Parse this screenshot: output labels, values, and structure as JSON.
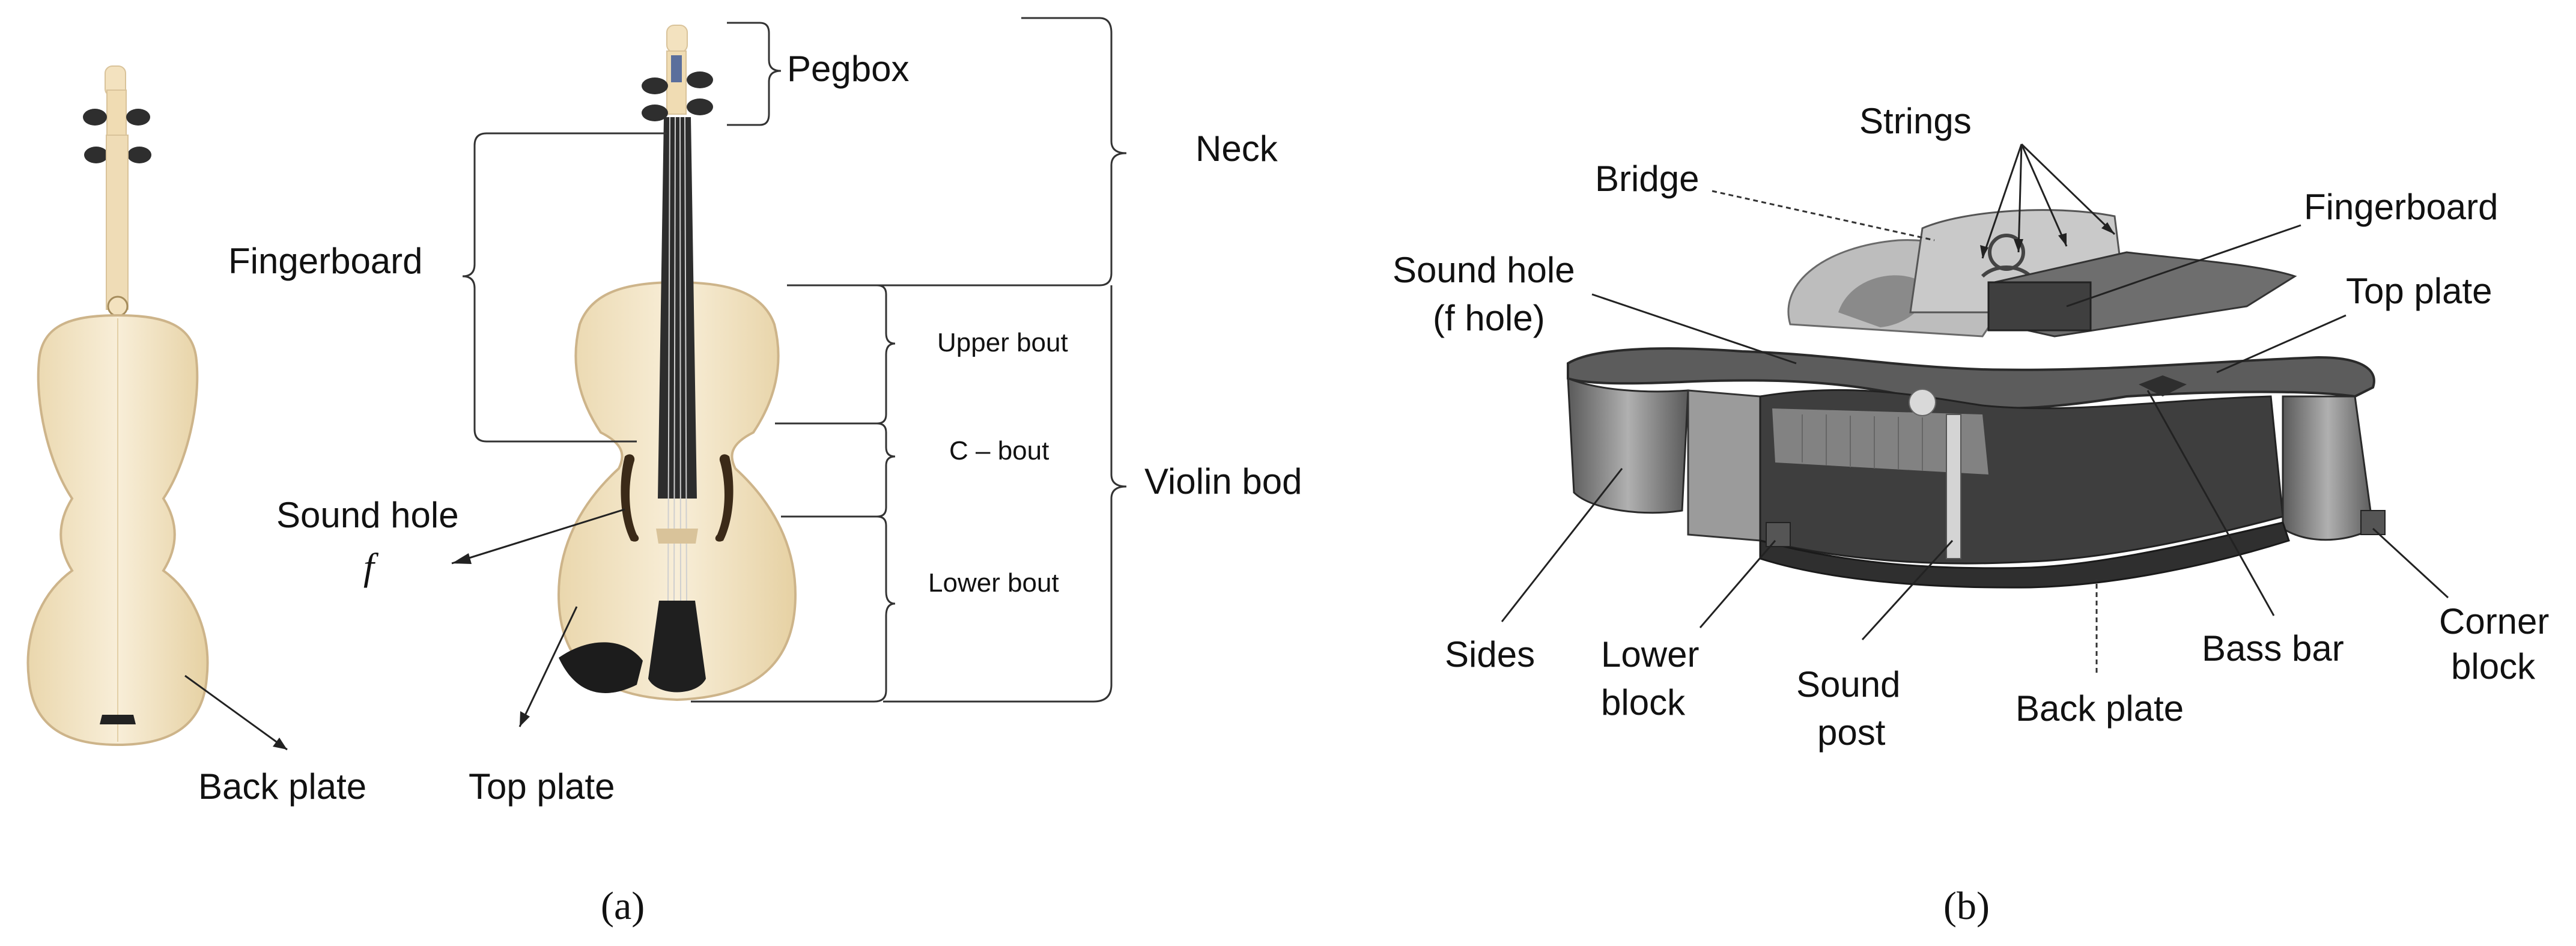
{
  "panel_a": {
    "caption": "(a)",
    "labels": {
      "pegbox": "Pegbox",
      "neck": "Neck",
      "fingerboard": "Fingerboard",
      "upper_bout": "Upper bout",
      "c_bout": "C – bout",
      "violin_body": "Violin bod",
      "lower_bout": "Lower bout",
      "sound_hole": "Sound hole",
      "sound_hole_symbol": "f",
      "back_plate": "Back plate",
      "top_plate": "Top plate"
    }
  },
  "panel_b": {
    "caption": "(b)",
    "labels": {
      "strings": "Strings",
      "bridge": "Bridge",
      "fingerboard": "Fingerboard",
      "sound_hole_line1": "Sound hole",
      "sound_hole_line2": "(f hole)",
      "top_plate": "Top plate",
      "sides": "Sides",
      "lower_block_line1": "Lower",
      "lower_block_line2": "block",
      "sound_post_line1": "Sound",
      "sound_post_line2": "post",
      "back_plate": "Back plate",
      "bass_bar": "Bass bar",
      "corner_block_line1": "Corner",
      "corner_block_line2": "block"
    }
  },
  "colors": {
    "wood": "#f3e6c9",
    "wood_edge": "#d9c39a",
    "fingerboard": "#2a2a2a",
    "tailpiece": "#222222",
    "model_dark": "#3a3a3a",
    "model_mid": "#777777",
    "model_light": "#b5b5b5"
  }
}
